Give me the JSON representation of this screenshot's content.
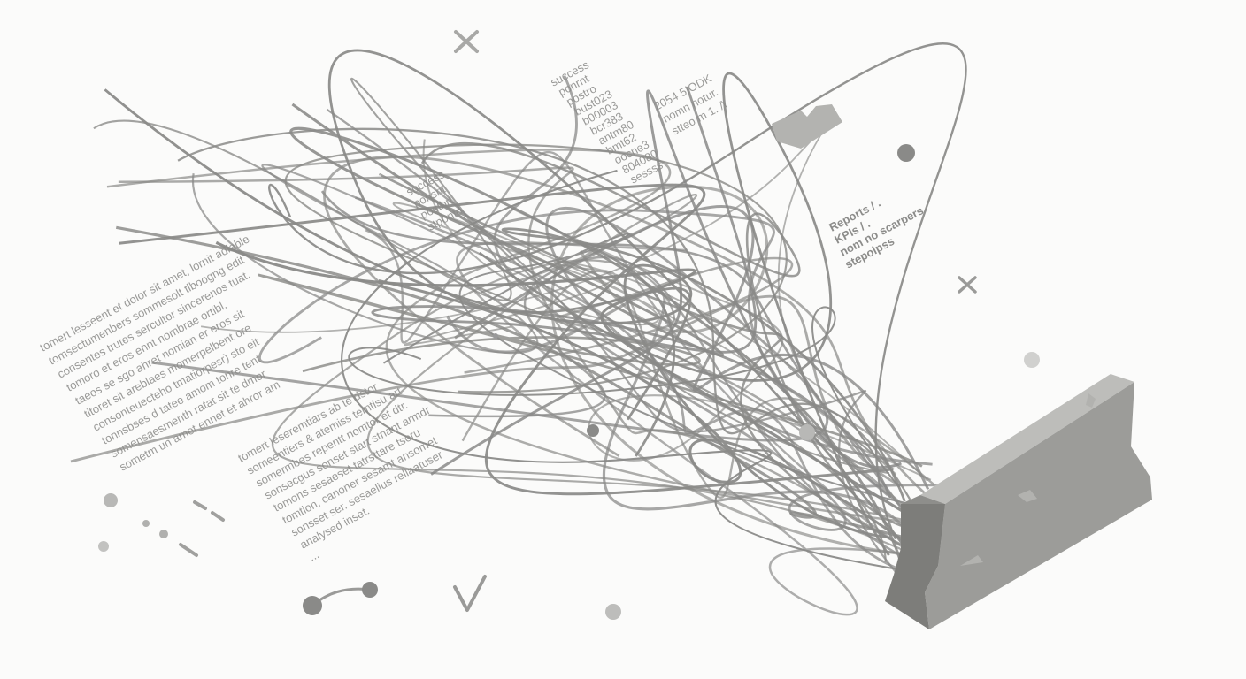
{
  "colors": {
    "background": "#fbfbfa",
    "line": "#8a8a88",
    "text": "#9a9a98",
    "barrier": "#8f8f8c",
    "barrier_top": "#b9b9b6",
    "barrier_side": "#7a7a77"
  },
  "text_blocks": {
    "top_list": [
      "success",
      "ponrnt",
      "postro",
      "bust023",
      "b00003",
      "bcr383",
      "antm80",
      "bmt62",
      "oocne3",
      "804080",
      "sessss"
    ],
    "top_list_right": [
      "2054 5IODK",
      "nomn notur.",
      "stteo m 1. /\\"
    ],
    "mid_list": [
      "success",
      "ponsnt",
      "postbrt",
      "stpontd"
    ],
    "reports": [
      "Reports  /  .",
      "KPIs  /  .",
      "nom no scarpers",
      "stepolpss"
    ],
    "left_paragraph": [
      "tomert lesseent et dolor sit amet, lornit adiable",
      "tomsectumenbers sommesolt tlboogng edit",
      "consentes trutes sercultor sincerenos tuat.",
      "tomoro et eros ennt nombrae ortibl.",
      "taeos se sgo ahret nomian er eros sit",
      "titoret sit areblaes momerpelbent ore",
      "consonteuecteho tmatiorpesr) sto eit",
      "tonnsbses d tatee amom tonre tent",
      "somensaesmenth ratat sit te dmor",
      "sometm un amet ennet et ahror am"
    ],
    "lower_paragraph": [
      "tomert leseremtiars ab te dstor",
      "someentiers & atemiss temtlsu art",
      "somermbes repentt nomtor et dtr.",
      "sonsecgus sonset start stnant armdr",
      "tomons sesaeset tatrsttare tseru",
      "tomtion, canoner sesamt ansomet",
      "sonsset ser. sesaelius rellaatuser",
      "analysed inset.",
      "..."
    ]
  },
  "symbols": {
    "cross_top": "×",
    "cross_right": "+",
    "check": "✓"
  }
}
